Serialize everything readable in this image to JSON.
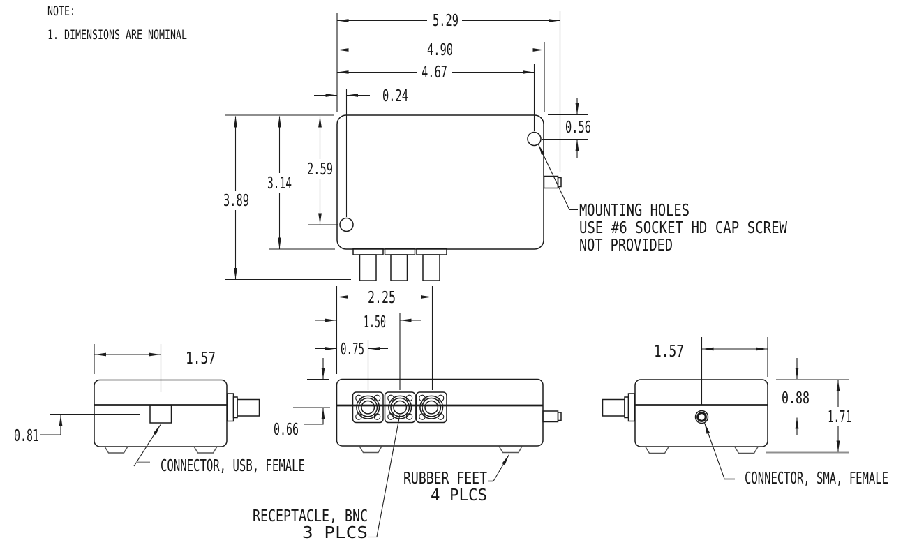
{
  "notes": {
    "heading": "NOTE:",
    "item_1": "1. DIMENSIONS ARE NOMINAL"
  },
  "top_view": {
    "dim_overall_width": "5.29",
    "dim_width_to_sma": "4.90",
    "dim_width_to_hole": "4.67",
    "dim_hole_offset_left": "0.24",
    "dim_hole_offset_top": "0.56",
    "dim_top_to_hole": "2.59",
    "dim_body_depth": "3.14",
    "dim_overall_depth": "3.89",
    "callout_mounting_line1": "MOUNTING HOLES",
    "callout_mounting_line2": "USE #6 SOCKET HD CAP SCREW",
    "callout_mounting_line3": "NOT PROVIDED"
  },
  "front_view": {
    "dim_bnc3_offset": "2.25",
    "dim_bnc2_offset": "1.50",
    "dim_bnc1_offset": "0.75",
    "dim_bnc_center_height": "0.66",
    "callout_bnc_line1": "RECEPTACLE, BNC",
    "callout_bnc_line2": "3 PLCS",
    "callout_feet_line1": "RUBBER FEET",
    "callout_feet_line2": "4 PLCS"
  },
  "left_view": {
    "dim_width": "1.57",
    "dim_usb_center_height": "0.81",
    "callout_usb": "CONNECTOR, USB, FEMALE"
  },
  "right_view": {
    "dim_width": "1.57",
    "dim_sma_from_top": "0.88",
    "dim_overall_height": "1.71",
    "callout_sma": "CONNECTOR, SMA, FEMALE"
  }
}
